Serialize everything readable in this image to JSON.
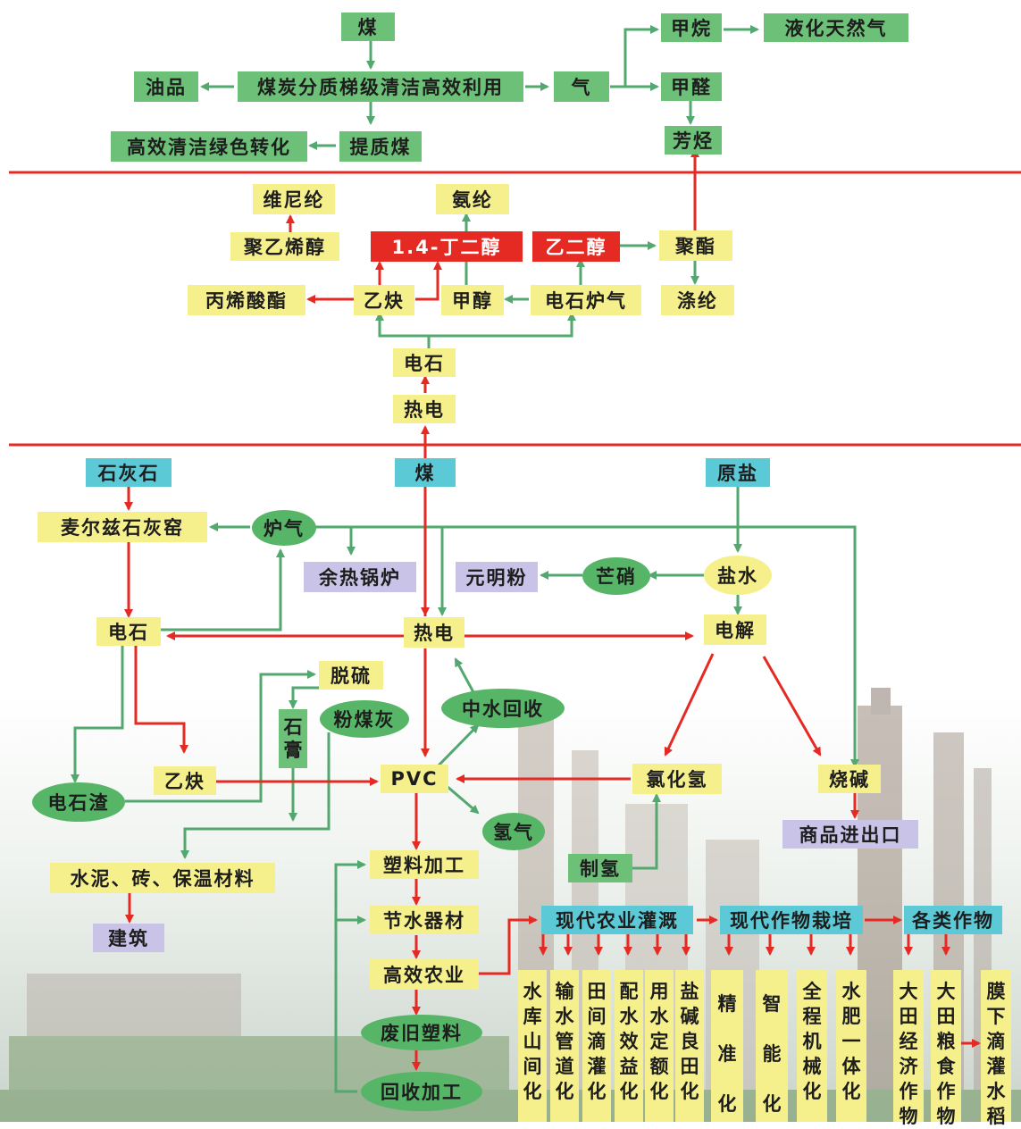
{
  "coal_section": {
    "coal": "煤",
    "graded_use": "煤炭分质梯级清洁高效利用",
    "oil": "油品",
    "gas": "气",
    "methane": "甲烷",
    "lng": "液化天然气",
    "formaldehyde": "甲醛",
    "aromatics": "芳烃",
    "upgraded_coal": "提质煤",
    "green_conversion": "高效清洁绿色转化"
  },
  "carbide_section": {
    "vinylon": "维尼纶",
    "spandex": "氨纶",
    "pva": "聚乙烯醇",
    "bdo": "1.4-丁二醇",
    "ethylene_glycol": "乙二醇",
    "polyester": "聚酯",
    "acrylate": "丙烯酸酯",
    "acetylene": "乙炔",
    "methanol": "甲醇",
    "carbide_gas": "电石炉气",
    "polyester_fiber": "涤纶",
    "calcium_carbide": "电石",
    "thermal_power": "热电"
  },
  "chlor_alkali_section": {
    "limestone": "石灰石",
    "coal": "煤",
    "raw_salt": "原盐",
    "maerz_kiln": "麦尔兹石灰窑",
    "furnace_gas": "炉气",
    "waste_heat_boiler": "余热锅炉",
    "glauber_salt_powder": "元明粉",
    "mirabilite": "芒硝",
    "brine": "盐水",
    "calcium_carbide": "电石",
    "thermal_power": "热电",
    "electrolysis": "电解",
    "desulfurization": "脱硫",
    "gypsum": "石膏",
    "fly_ash": "粉煤灰",
    "reclaimed_water": "中水回收",
    "acetylene": "乙炔",
    "pvc": "PVC",
    "hydrogen_chloride": "氯化氢",
    "caustic_soda": "烧碱",
    "carbide_slag": "电石渣",
    "hydrogen": "氢气",
    "export": "商品进出口",
    "building_materials": "水泥、砖、保温材料",
    "plastic_processing": "塑料加工",
    "hydrogen_production": "制氢",
    "construction": "建筑",
    "water_saving_equipment": "节水器材",
    "efficient_agriculture": "高效农业",
    "waste_plastic": "废旧塑料",
    "recycling": "回收加工"
  },
  "agriculture_section": {
    "modern_irrigation": "现代农业灌溉",
    "modern_cultivation": "现代作物栽培",
    "all_crops": "各类作物",
    "items": [
      "水库山间化",
      "输水管道化",
      "田间滴灌化",
      "配水效益化",
      "用水定额化",
      "盐碱良田化",
      "精准化",
      "智能化",
      "全程机械化",
      "水肥一体化",
      "大田经济作物",
      "大田粮食作物",
      "膜下滴灌水稻"
    ]
  },
  "colors": {
    "divider": "#e52a24",
    "arrow_red": "#e52a24",
    "arrow_green": "#52a86e",
    "box_green": "#6cc077",
    "box_yellow": "#f6f08c",
    "box_red": "#e52a24",
    "box_cyan": "#5cc9d6",
    "box_lavender": "#c9c3e8"
  }
}
